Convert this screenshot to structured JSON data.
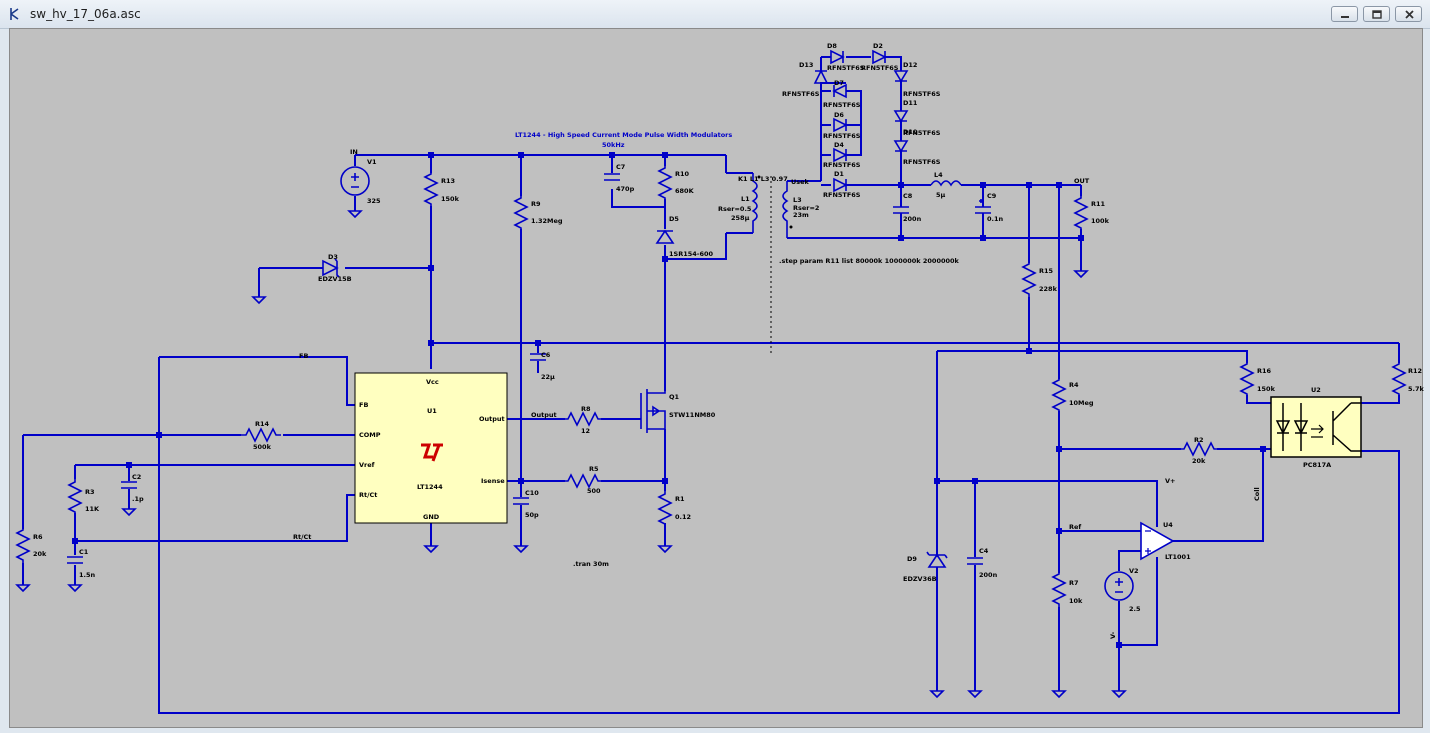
{
  "window": {
    "title": "sw_hv_17_06a.asc"
  },
  "labels": {
    "V1": "V1",
    "V1_val": "325",
    "IN": "IN",
    "R13": "R13",
    "R13_val": "150k",
    "R9": "R9",
    "R9_val": "1.32Meg",
    "C7": "C7",
    "C7_val": "470p",
    "R10": "R10",
    "R10_val": "680K",
    "D5": "D5",
    "D5_val": "1SR154-600",
    "D3": "D3",
    "D3_val": "EDZV15B",
    "title": "LT1244 - High Speed Current Mode Pulse Width Modulators",
    "freq": "50kHz",
    "k": "K1 L1 L3 0.97",
    "L1": "L1",
    "L1_r": "Rser=0.5",
    "L1_val": "258µ",
    "L3": "L3",
    "L3_r": "Rser=2",
    "L3_val": "23m",
    "usek": "Usek",
    "C8": "C8",
    "C8_val": "200n",
    "L4": "L4",
    "L4_val": "5µ",
    "C9": "C9",
    "C9_val": "0.1n",
    "OUT": "OUT",
    "R11": "R11",
    "R11_val": "100k",
    "step": ".step param R11 list 80000k 1000000k  2000000k",
    "R15": "R15",
    "R15_val": "228k",
    "C6": "C6",
    "C6_val": "22µ",
    "U1": "U1",
    "U1_name": "LT1244",
    "pin_vcc": "Vcc",
    "pin_fb": "FB",
    "pin_comp": "COMP",
    "pin_vref": "Vref",
    "pin_rtct": "Rt/Ct",
    "pin_output": "Output",
    "pin_isense": "Isense",
    "pin_gnd": "GND",
    "net_fb": "FB",
    "net_output": "Output",
    "net_rtct": "Rt/Ct",
    "Q1": "Q1",
    "Q1_val": "STW11NM80",
    "R8": "R8",
    "R8_val": "12",
    "R5": "R5",
    "R5_val": "500",
    "R1": "R1",
    "R1_val": "0.12",
    "C10": "C10",
    "C10_val": "50p",
    "R14": "R14",
    "R14_val": "500k",
    "R3": "R3",
    "R3_val": "11K",
    "C2": "C2",
    "C2_val": ".1p",
    "C1": "C1",
    "C1_val": "1.5n",
    "R6": "R6",
    "R6_val": "20k",
    "tran": ".tran 30m",
    "R12": "R12",
    "R12_val": "5.7k",
    "R16": "R16",
    "R16_val": "150k",
    "U2": "U2",
    "U2_val": "PC817A",
    "R4": "R4",
    "R4_val": "10Meg",
    "R2": "R2",
    "R2_val": "20k",
    "V_plus": "V+",
    "Coll": "Coll",
    "Ref": "Ref",
    "U4": "U4",
    "U4_val": "LT1001",
    "D9": "D9",
    "D9_val": "EDZV36B",
    "C4": "C4",
    "C4_val": "200n",
    "R7": "R7",
    "R7_val": "10k",
    "V2": "V2",
    "V2_val": "2.5",
    "V2_side": "V-",
    "D8": "D8",
    "D2": "D2",
    "D13": "D13",
    "D12": "D12",
    "D7": "D7",
    "D11": "D11",
    "D6": "D6",
    "D10": "D10",
    "D4": "D4",
    "D1": "D1",
    "rfn": "RFN5TF6S"
  },
  "colors": {
    "wire": "#0000c8",
    "canvas": "#c0c0c0",
    "ic_fill": "#ffffc0",
    "logo": "#cc0000"
  }
}
